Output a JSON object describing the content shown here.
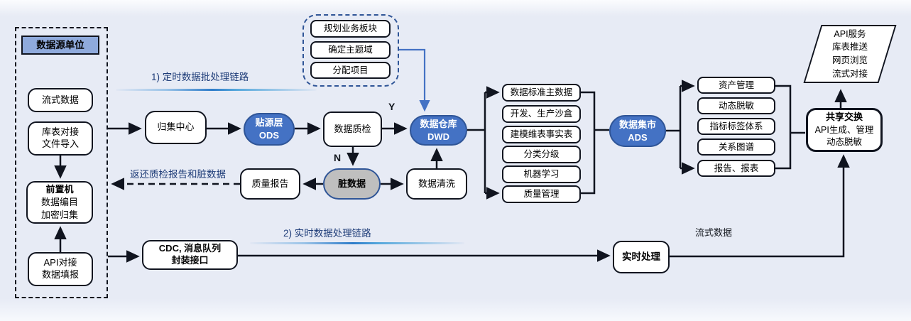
{
  "labels": {
    "flow1": "1) 定时数据批处理链路",
    "flow2": "2) 实时数据处理链路",
    "return_note": "返还质检报告和脏数据",
    "yes": "Y",
    "no": "N",
    "stream": "流式数据"
  },
  "source_panel": {
    "title": "数据源单位",
    "stream": "流式数据",
    "table_import": "库表对接\n文件导入",
    "frontend_title": "前置机",
    "frontend_sub": "数据编目\n加密归集",
    "api": "API对接\n数据填报"
  },
  "planning": {
    "item1": "规划业务板块",
    "item2": "确定主题域",
    "item3": "分配项目"
  },
  "batch": {
    "collect": "归集中心",
    "ods": "贴源层\nODS",
    "qc": "数据质检",
    "dwd": "数据仓库\nDWD",
    "dirty": "脏数据",
    "report": "质量报告",
    "clean": "数据清洗",
    "ads": "数据集市\nADS"
  },
  "dwd_outputs": [
    "数据标准主数据",
    "开发、生产沙盒",
    "建模维表事实表",
    "分类分级",
    "机器学习",
    "质量管理"
  ],
  "ads_outputs": [
    "资产管理",
    "动态脱敏",
    "指标标签体系",
    "关系图谱",
    "报告、报表"
  ],
  "share": {
    "title": "共享交换",
    "sub": "API生成、管理\n动态脱敏"
  },
  "services": "API服务\n库表推送\n网页浏览\n流式对接",
  "realtime": {
    "cdc": "CDC, 消息队列\n封装接口",
    "process": "实时处理"
  },
  "colors": {
    "accent_blue": "#4472C4",
    "accent_blue_dark": "#2F5597",
    "header_fill": "#8FAADC",
    "dirty_fill": "#BFBFBF",
    "label_blue": "#1E3C78",
    "background": "#E7EBF5"
  }
}
